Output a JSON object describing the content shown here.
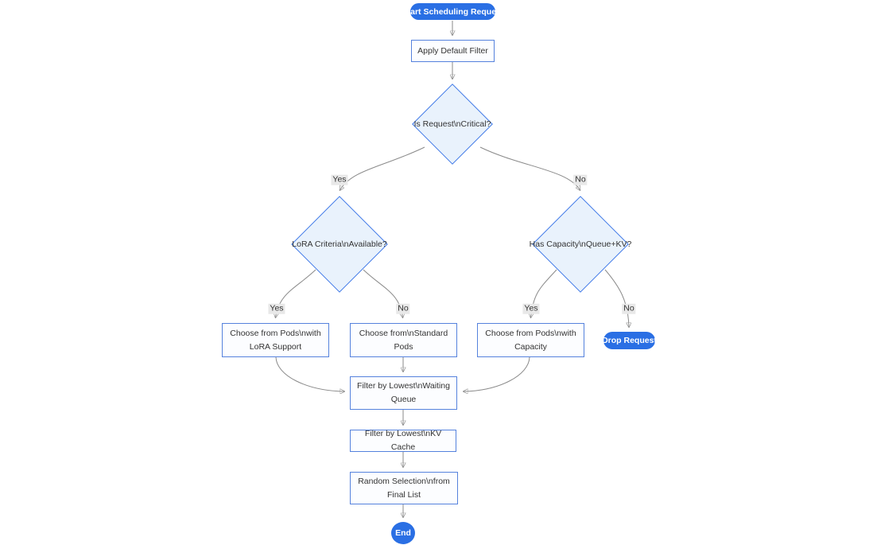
{
  "diagram": {
    "type": "flowchart",
    "background": "#ffffff",
    "colors": {
      "accent_pill": "#2a6fe4",
      "rect_border": "#5582dd",
      "rect_fill": "#fcfdff",
      "diamond_border": "#417ae8",
      "diamond_fill": "#e9f2fc",
      "edge_line": "#8a8a8a",
      "arrowhead": "#333333",
      "edge_label_bg": "#e8e8e8",
      "text": "#333333"
    },
    "nodes": {
      "start": {
        "label": "Start Scheduling Request",
        "shape": "stadium"
      },
      "apply_filter": {
        "label": "Apply Default Filter",
        "shape": "rect"
      },
      "is_critical": {
        "label": "Is Request\\nCritical?",
        "shape": "diamond"
      },
      "lora_criteria": {
        "label": "LoRA Criteria\\nAvailable?",
        "shape": "diamond"
      },
      "has_capacity": {
        "label": "Has Capacity\\nQueue+KV?",
        "shape": "diamond"
      },
      "choose_lora": {
        "label": "Choose from Pods\\nwith LoRA Support",
        "shape": "rect"
      },
      "choose_standard": {
        "label": "Choose from\\nStandard Pods",
        "shape": "rect"
      },
      "choose_capacity": {
        "label": "Choose from Pods\\nwith Capacity",
        "shape": "rect"
      },
      "drop_request": {
        "label": "Drop Request",
        "shape": "stadium"
      },
      "filter_queue": {
        "label": "Filter by Lowest\\nWaiting Queue",
        "shape": "rect"
      },
      "filter_kv": {
        "label": "Filter by Lowest\\nKV Cache",
        "shape": "rect"
      },
      "random_selection": {
        "label": "Random Selection\\nfrom Final List",
        "shape": "rect"
      },
      "end": {
        "label": "End",
        "shape": "circle"
      }
    },
    "edge_labels": {
      "critical_yes": "Yes",
      "critical_no": "No",
      "lora_yes": "Yes",
      "lora_no": "No",
      "capacity_yes": "Yes",
      "capacity_no": "No"
    },
    "edges": [
      {
        "from": "start",
        "to": "apply_filter",
        "label": ""
      },
      {
        "from": "apply_filter",
        "to": "is_critical",
        "label": ""
      },
      {
        "from": "is_critical",
        "to": "lora_criteria",
        "label": "Yes"
      },
      {
        "from": "is_critical",
        "to": "has_capacity",
        "label": "No"
      },
      {
        "from": "lora_criteria",
        "to": "choose_lora",
        "label": "Yes"
      },
      {
        "from": "lora_criteria",
        "to": "choose_standard",
        "label": "No"
      },
      {
        "from": "has_capacity",
        "to": "choose_capacity",
        "label": "Yes"
      },
      {
        "from": "has_capacity",
        "to": "drop_request",
        "label": "No"
      },
      {
        "from": "choose_lora",
        "to": "filter_queue",
        "label": ""
      },
      {
        "from": "choose_standard",
        "to": "filter_queue",
        "label": ""
      },
      {
        "from": "choose_capacity",
        "to": "filter_queue",
        "label": ""
      },
      {
        "from": "filter_queue",
        "to": "filter_kv",
        "label": ""
      },
      {
        "from": "filter_kv",
        "to": "random_selection",
        "label": ""
      },
      {
        "from": "random_selection",
        "to": "end",
        "label": ""
      }
    ]
  }
}
